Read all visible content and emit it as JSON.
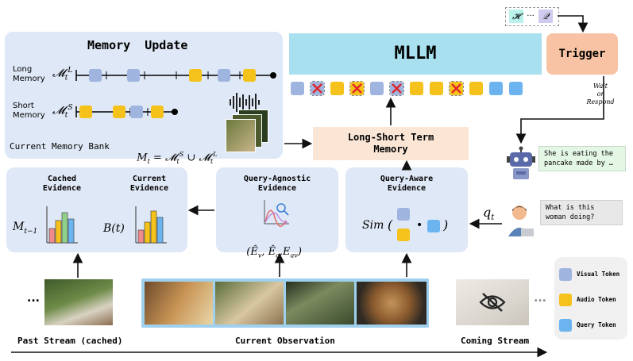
{
  "memory_update": {
    "title": "Memory  Update",
    "long_label_1": "Long",
    "long_label_2": "Memory",
    "long_symbol": "𝓜",
    "long_sub": "t",
    "long_sup": "L",
    "short_label_1": "Short",
    "short_label_2": "Memory",
    "short_symbol": "𝓜",
    "short_sub": "t",
    "short_sup": "S",
    "bank_label": "Current Memory Bank",
    "bank_formula": "M",
    "bank_formula_sub": "t",
    "bank_formula_rest": " = 𝓜",
    "bank_s_sub": "t",
    "bank_s_sup": "S",
    "bank_union": " ∪ 𝓜",
    "bank_l_sub": "t",
    "bank_l_sup": "L"
  },
  "mllm": {
    "label": "MLLM"
  },
  "trigger": {
    "label": "Trigger",
    "note_1": "Wait",
    "note_2": "or",
    "note_3": "Respond"
  },
  "context": {
    "h": "𝓗",
    "dots": "···",
    "q": "𝒬"
  },
  "long_short": {
    "line1": "Long-Short Term",
    "line2": "Memory"
  },
  "cached": {
    "title1": "Cached",
    "title2": "Evidence",
    "title3": "Current",
    "title4": "Evidence",
    "m_label": "M",
    "m_sub": "t−1",
    "b_label": "B(t)"
  },
  "agnostic": {
    "title1": "Query-Agnostic",
    "title2": "Evidence",
    "formula": "(Ê",
    "f_sub_v": "v",
    "f_mid1": ", Ê",
    "f_sub_a": "a",
    "f_mid2": ",E",
    "f_sub_av": "av",
    "f_end": ")"
  },
  "aware": {
    "title1": "Query-Aware",
    "title2": "Evidence",
    "sim": "Sim",
    "open": "(",
    "dot": "•",
    "close": ")"
  },
  "query": {
    "symbol": "q",
    "sub": "t"
  },
  "bubbles": {
    "response": "She is eating the pancake made by …",
    "question": "What is this woman doing?"
  },
  "legend": {
    "visual": "Visual Token",
    "audio": "Audio Token",
    "query": "Query Token"
  },
  "streams": {
    "past": "Past Stream (cached)",
    "current": "Current Observation",
    "coming": "Coming Stream",
    "dots": "..."
  },
  "colors": {
    "visual": "#9fb4de",
    "audio": "#f5c21b",
    "query": "#6cb4f0",
    "mllm": "#a8e0f0",
    "trigger": "#f8c3a4",
    "panel": "#dfe8f6",
    "lstm": "#fbe6d6"
  }
}
